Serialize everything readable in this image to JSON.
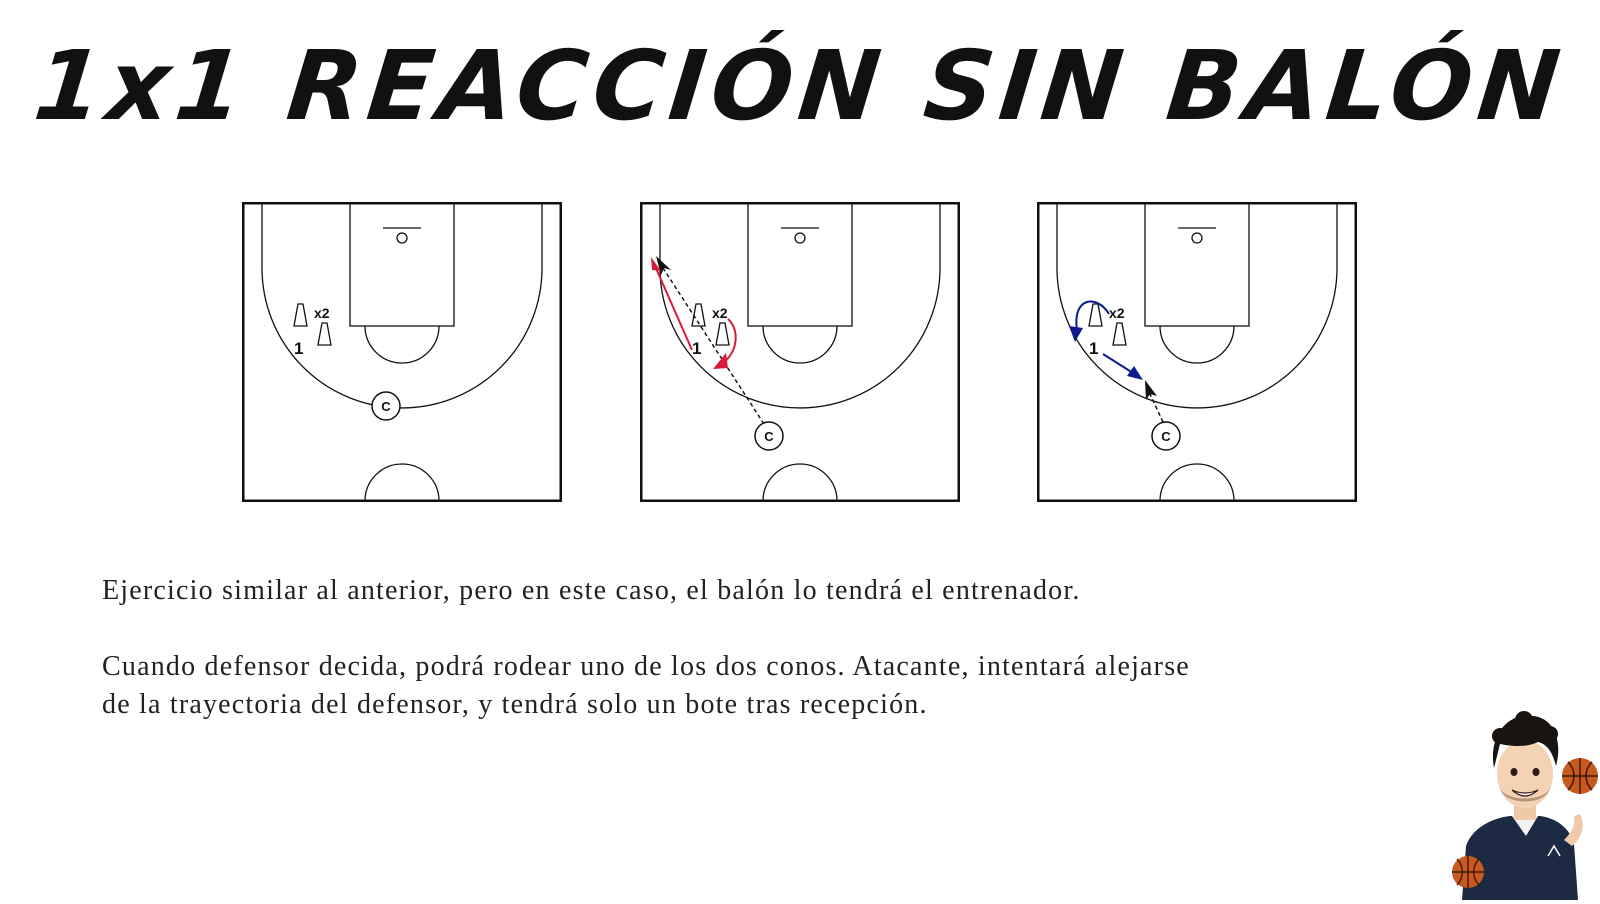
{
  "title": "1x1 REACCIÓN SIN BALÓN",
  "diagrams": [
    {
      "attacker_label": "1",
      "cones_label": "x2",
      "coach_label": "C"
    },
    {
      "attacker_label": "1",
      "cones_label": "x2",
      "coach_label": "C"
    },
    {
      "attacker_label": "1",
      "cones_label": "x2",
      "coach_label": "C"
    }
  ],
  "colors": {
    "red_path": "#d81b3c",
    "blue_path": "#0d1a8c",
    "line": "#111111"
  },
  "paragraphs": [
    "Ejercicio similar al anterior, pero en este caso, el balón lo tendrá el entrenador.",
    "Cuando defensor decida, podrá rodear uno de los dos conos. Atacante, intentará alejarse",
    "de la trayectoria del defensor, y tendrá solo un bote tras recepción."
  ]
}
